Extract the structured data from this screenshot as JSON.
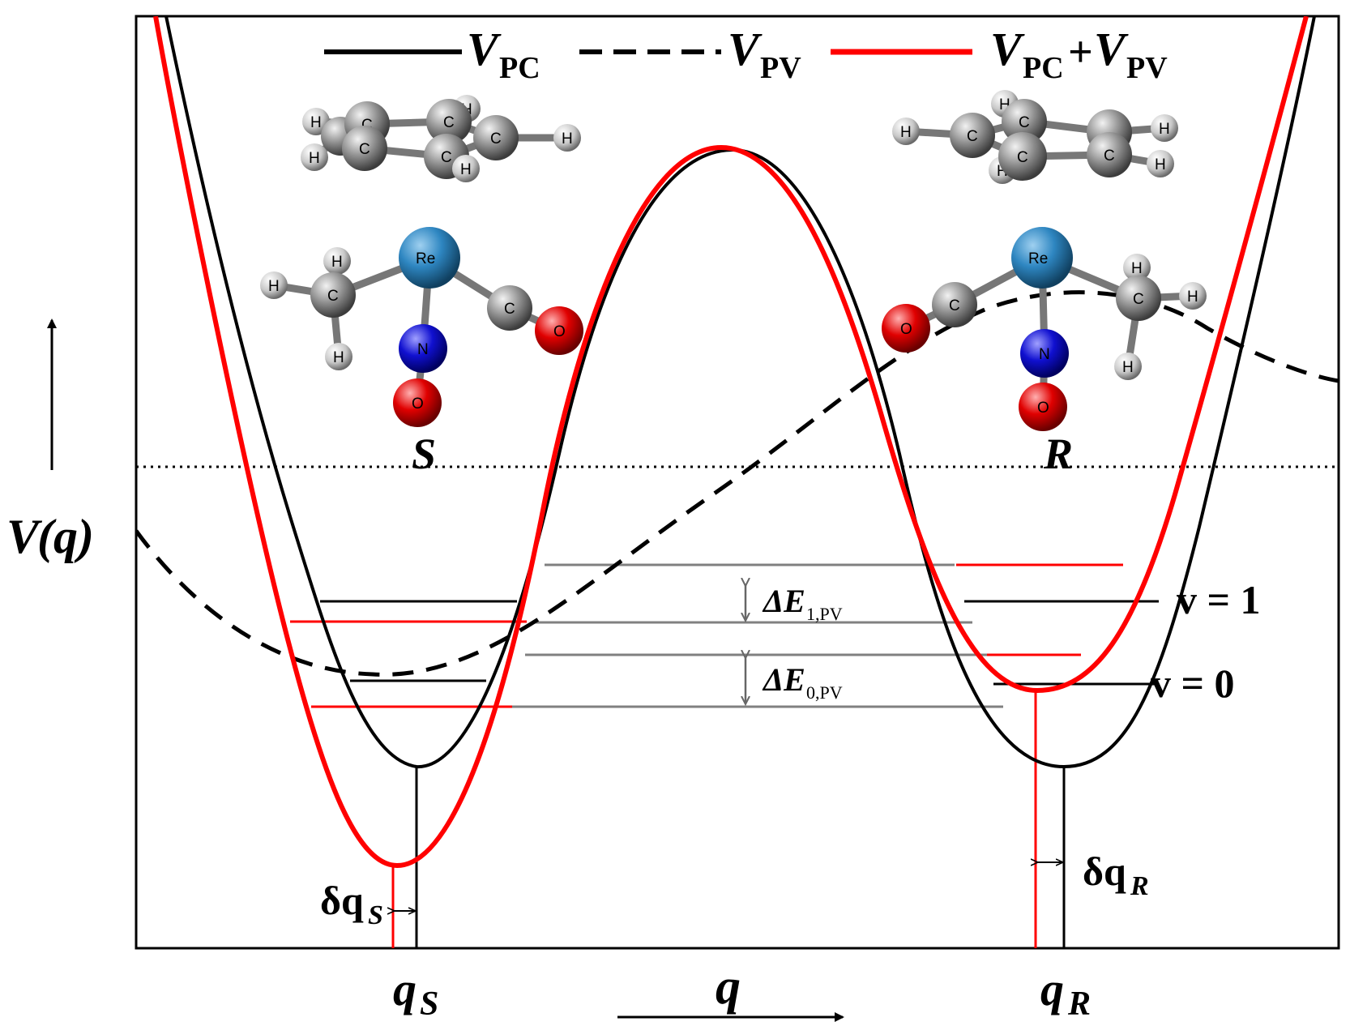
{
  "legend": {
    "pc_label": "V",
    "pc_sub": "PC",
    "pv_label": "V",
    "pv_sub": "PV",
    "sum_v1": "V",
    "sum_sub1": "PC",
    "sum_plus": "+",
    "sum_v2": "V",
    "sum_sub2": "PV"
  },
  "axes": {
    "y_label_v": "V",
    "y_label_arg": "(q)",
    "x_label": "q"
  },
  "enantiomers": {
    "left_label": "S",
    "right_label": "R"
  },
  "minima": {
    "left_q": "q",
    "left_q_sub": "S",
    "right_q": "q",
    "right_q_sub": "R",
    "delta_left": "δq",
    "delta_left_sub": "S",
    "delta_right": "δq",
    "delta_right_sub": "R"
  },
  "levels": {
    "v1_label": "v = 1",
    "v0_label": "v = 0",
    "delta_e1": "ΔE",
    "delta_e1_sub": "1,PV",
    "delta_e0": "ΔE",
    "delta_e0_sub": "0,PV"
  },
  "atoms": {
    "carbon": "C",
    "hydrogen": "H",
    "oxygen": "O",
    "nitrogen": "N",
    "rhenium": "Re"
  },
  "colors": {
    "pc_curve": "#000000",
    "sum_curve": "#ff0000",
    "level_gray": "#808080",
    "rhenium": "#2e86c1",
    "nitrogen": "#1010d0",
    "oxygen": "#e00000",
    "carbon": "#8c8c8c",
    "hydrogen": "#e0e0e0"
  }
}
